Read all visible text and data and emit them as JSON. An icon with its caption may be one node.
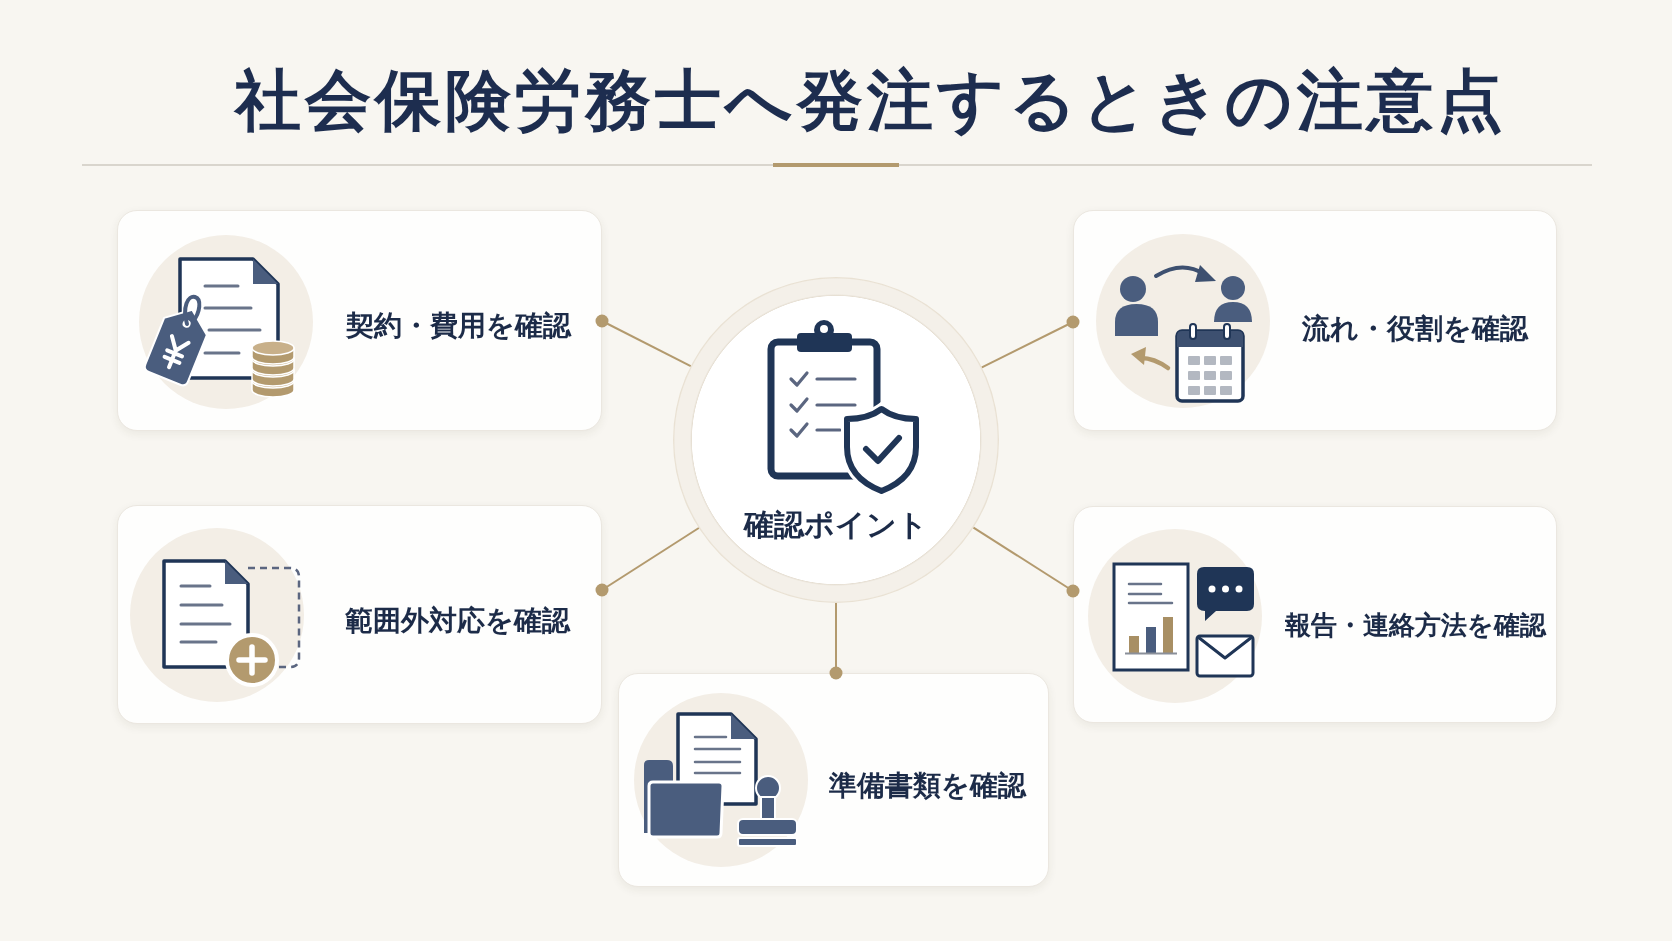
{
  "diagram": {
    "title": "社会保険労務士へ発注するときの注意点",
    "nodes": [
      {
        "text": [
          "契約・費用を確認"
        ]
      },
      {
        "text": [
          "流れ・役割を確認"
        ]
      },
      {
        "text": [
          "確認ポイント"
        ]
      },
      {
        "text": [
          "範囲外対応を確認"
        ]
      },
      {
        "text": [
          "報告・連絡方法を確認"
        ]
      },
      {
        "text": [
          "準備書類を確認"
        ]
      }
    ],
    "edges": [
      {
        "from": 2,
        "to": 0,
        "arrow": "other"
      },
      {
        "from": 2,
        "to": 1,
        "arrow": "other"
      },
      {
        "from": 2,
        "to": 3,
        "arrow": "other"
      },
      {
        "from": 2,
        "to": 4,
        "arrow": "other"
      },
      {
        "from": 2,
        "to": 5,
        "arrow": "other"
      }
    ]
  }
}
